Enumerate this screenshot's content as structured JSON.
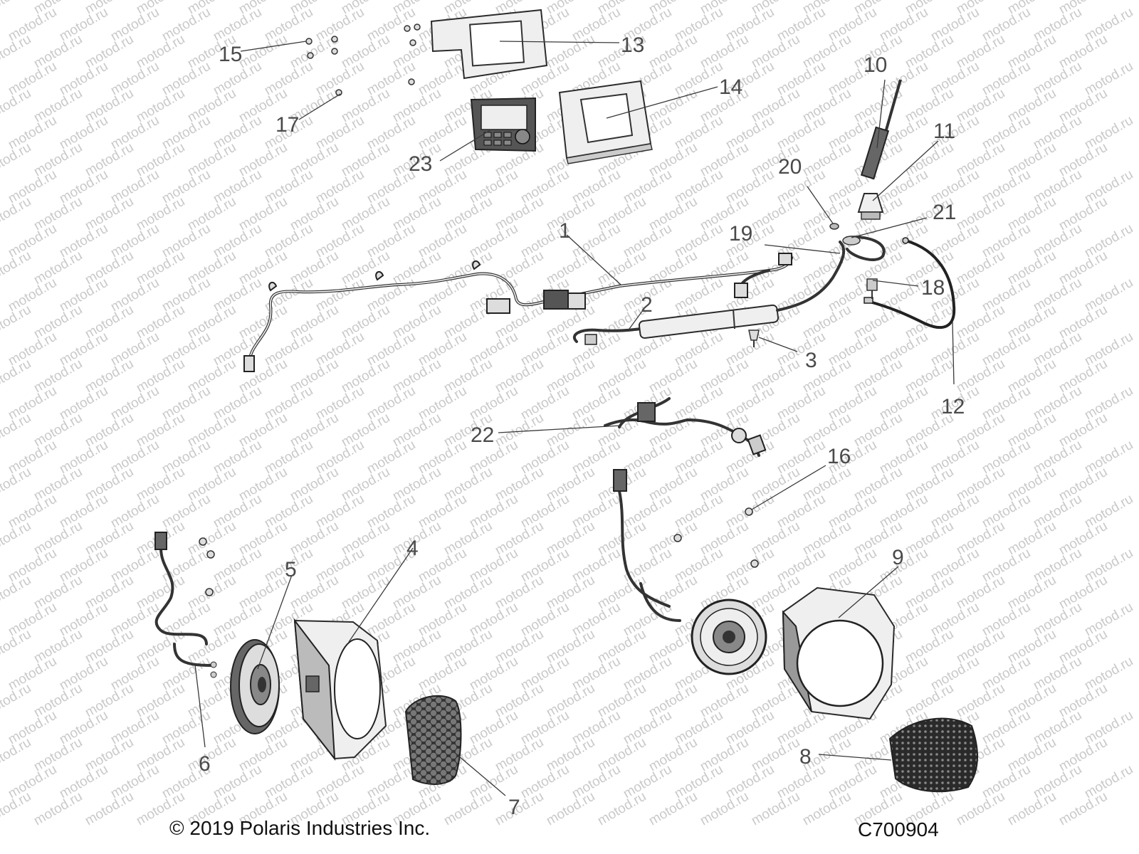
{
  "watermark": "motod.ru",
  "footer": {
    "copyright": "© 2019 Polaris Industries Inc.",
    "drawing_code": "C700904"
  },
  "callouts": [
    {
      "id": "1",
      "label": "1"
    },
    {
      "id": "2",
      "label": "2"
    },
    {
      "id": "3",
      "label": "3"
    },
    {
      "id": "4",
      "label": "4"
    },
    {
      "id": "5",
      "label": "5"
    },
    {
      "id": "6",
      "label": "6"
    },
    {
      "id": "7",
      "label": "7"
    },
    {
      "id": "8",
      "label": "8"
    },
    {
      "id": "9",
      "label": "9"
    },
    {
      "id": "10",
      "label": "10"
    },
    {
      "id": "11",
      "label": "11"
    },
    {
      "id": "12",
      "label": "12"
    },
    {
      "id": "13",
      "label": "13"
    },
    {
      "id": "14",
      "label": "14"
    },
    {
      "id": "15",
      "label": "15"
    },
    {
      "id": "16",
      "label": "16"
    },
    {
      "id": "17",
      "label": "17"
    },
    {
      "id": "18",
      "label": "18"
    },
    {
      "id": "19",
      "label": "19"
    },
    {
      "id": "20",
      "label": "20"
    },
    {
      "id": "21",
      "label": "21"
    },
    {
      "id": "22",
      "label": "22"
    },
    {
      "id": "23",
      "label": "23"
    }
  ]
}
